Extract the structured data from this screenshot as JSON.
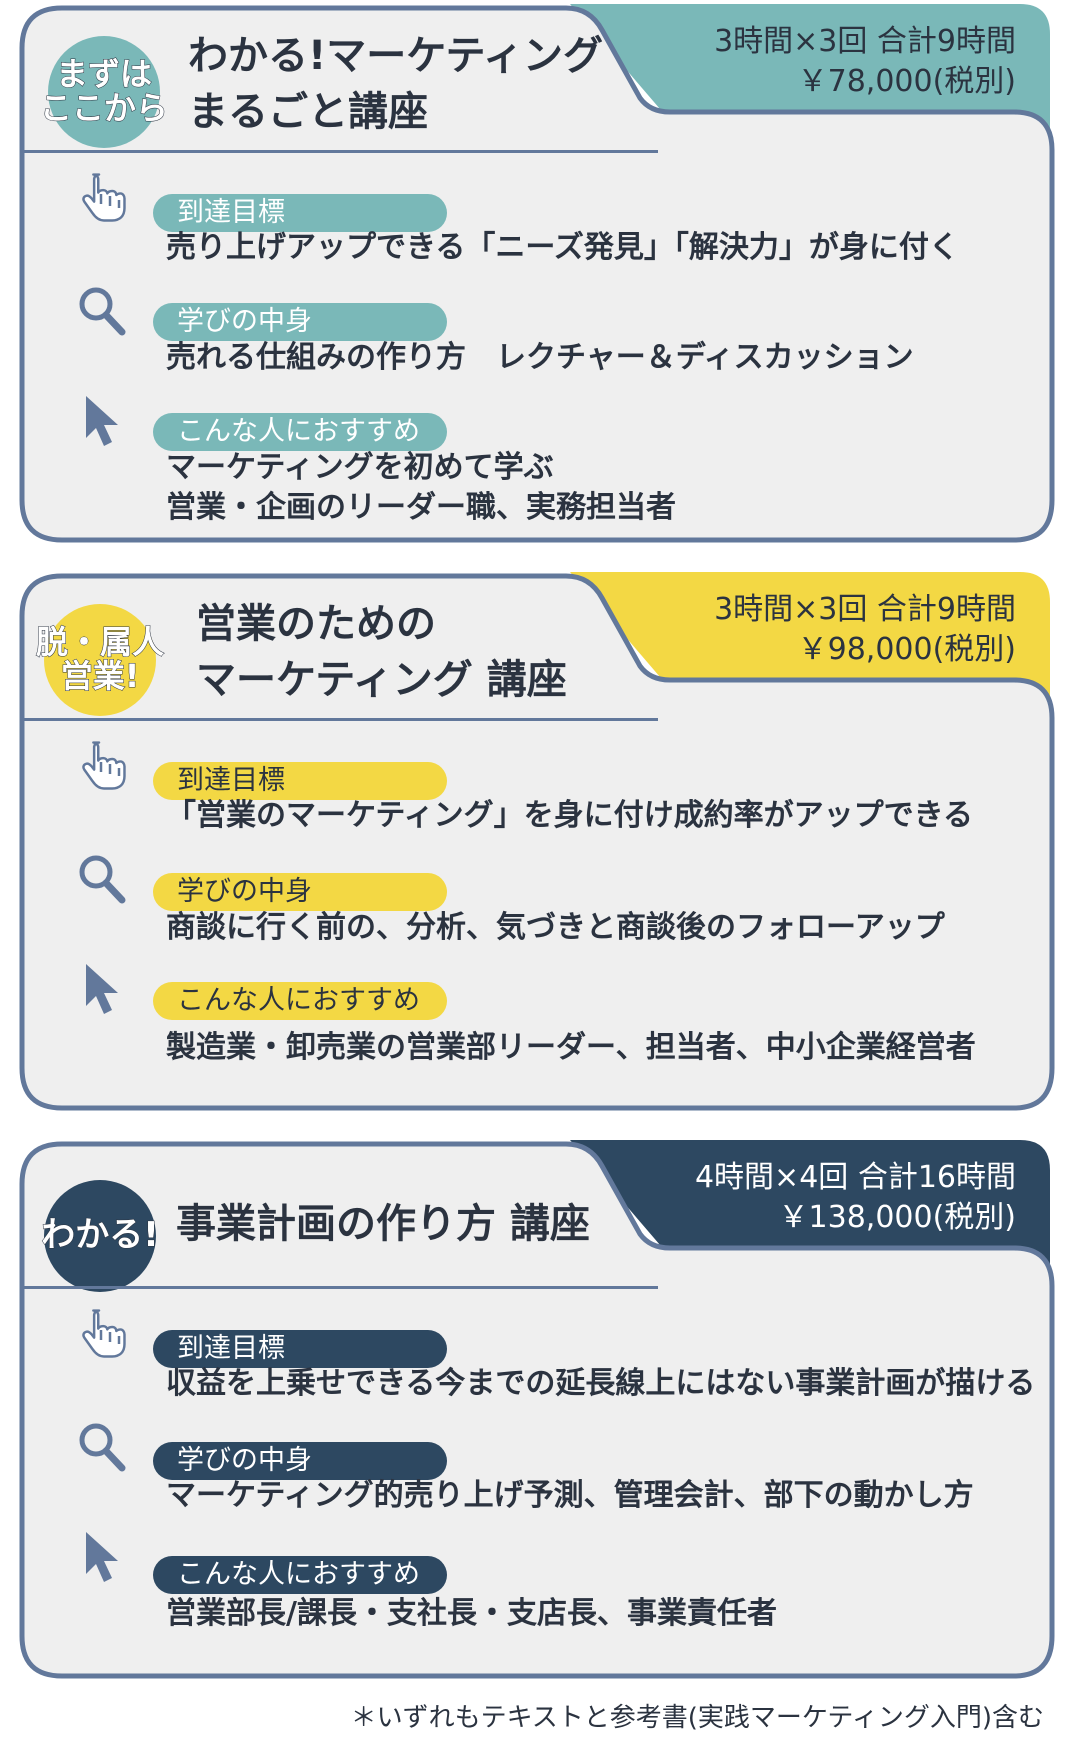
{
  "courses": [
    {
      "accent": "#7ab8b8",
      "badge": {
        "lines": [
          "まずは",
          "ここから"
        ]
      },
      "title_lines": [
        "わかる!マーケティング",
        "まるごと講座"
      ],
      "price": {
        "duration": "3時間×3回 合計9時間",
        "amount": "￥78,000(税別)"
      },
      "items": [
        {
          "icon": "pointing-hand-icon",
          "label": "到達目標",
          "text": [
            "売り上げアップできる「ニーズ発見」「解決力」が身に付く"
          ]
        },
        {
          "icon": "magnifier-icon",
          "label": "学びの中身",
          "text": [
            "売れる仕組みの作り方　レクチャー＆ディスカッション"
          ]
        },
        {
          "icon": "cursor-arrow-icon",
          "label": "こんな人におすすめ",
          "text": [
            "マーケティングを初めて学ぶ",
            "営業・企画のリーダー職、実務担当者"
          ]
        }
      ]
    },
    {
      "accent": "#f3d844",
      "badge": {
        "lines": [
          "脱・属人",
          "営業!"
        ]
      },
      "title_lines": [
        "営業のための",
        "マーケティング 講座"
      ],
      "price": {
        "duration": "3時間×3回 合計9時間",
        "amount": "￥98,000(税別)"
      },
      "items": [
        {
          "icon": "pointing-hand-icon",
          "label": "到達目標",
          "text": [
            "「営業のマーケティング」を身に付け成約率がアップできる"
          ]
        },
        {
          "icon": "magnifier-icon",
          "label": "学びの中身",
          "text": [
            "商談に行く前の、分析、気づきと商談後のフォローアップ"
          ]
        },
        {
          "icon": "cursor-arrow-icon",
          "label": "こんな人におすすめ",
          "text": [
            "製造業・卸売業の営業部リーダー、担当者、中小企業経営者"
          ]
        }
      ]
    },
    {
      "accent": "#2d4861",
      "badge": {
        "lines": [
          "わかる!"
        ]
      },
      "title_lines": [
        "事業計画の作り方 講座"
      ],
      "price": {
        "duration": "4時間×4回 合計16時間",
        "amount": "￥138,000(税別)"
      },
      "items": [
        {
          "icon": "pointing-hand-icon",
          "label": "到達目標",
          "text": [
            "収益を上乗せできる今までの延長線上にはない事業計画が描ける"
          ]
        },
        {
          "icon": "magnifier-icon",
          "label": "学びの中身",
          "text": [
            "マーケティング的売り上げ予測、管理会計、部下の動かし方"
          ]
        },
        {
          "icon": "cursor-arrow-icon",
          "label": "こんな人におすすめ",
          "text": [
            "営業部長/課長・支社長・支店長、事業責任者"
          ]
        }
      ]
    }
  ],
  "footnote": "＊いずれもテキストと参考書(実践マーケティング入門)含む"
}
